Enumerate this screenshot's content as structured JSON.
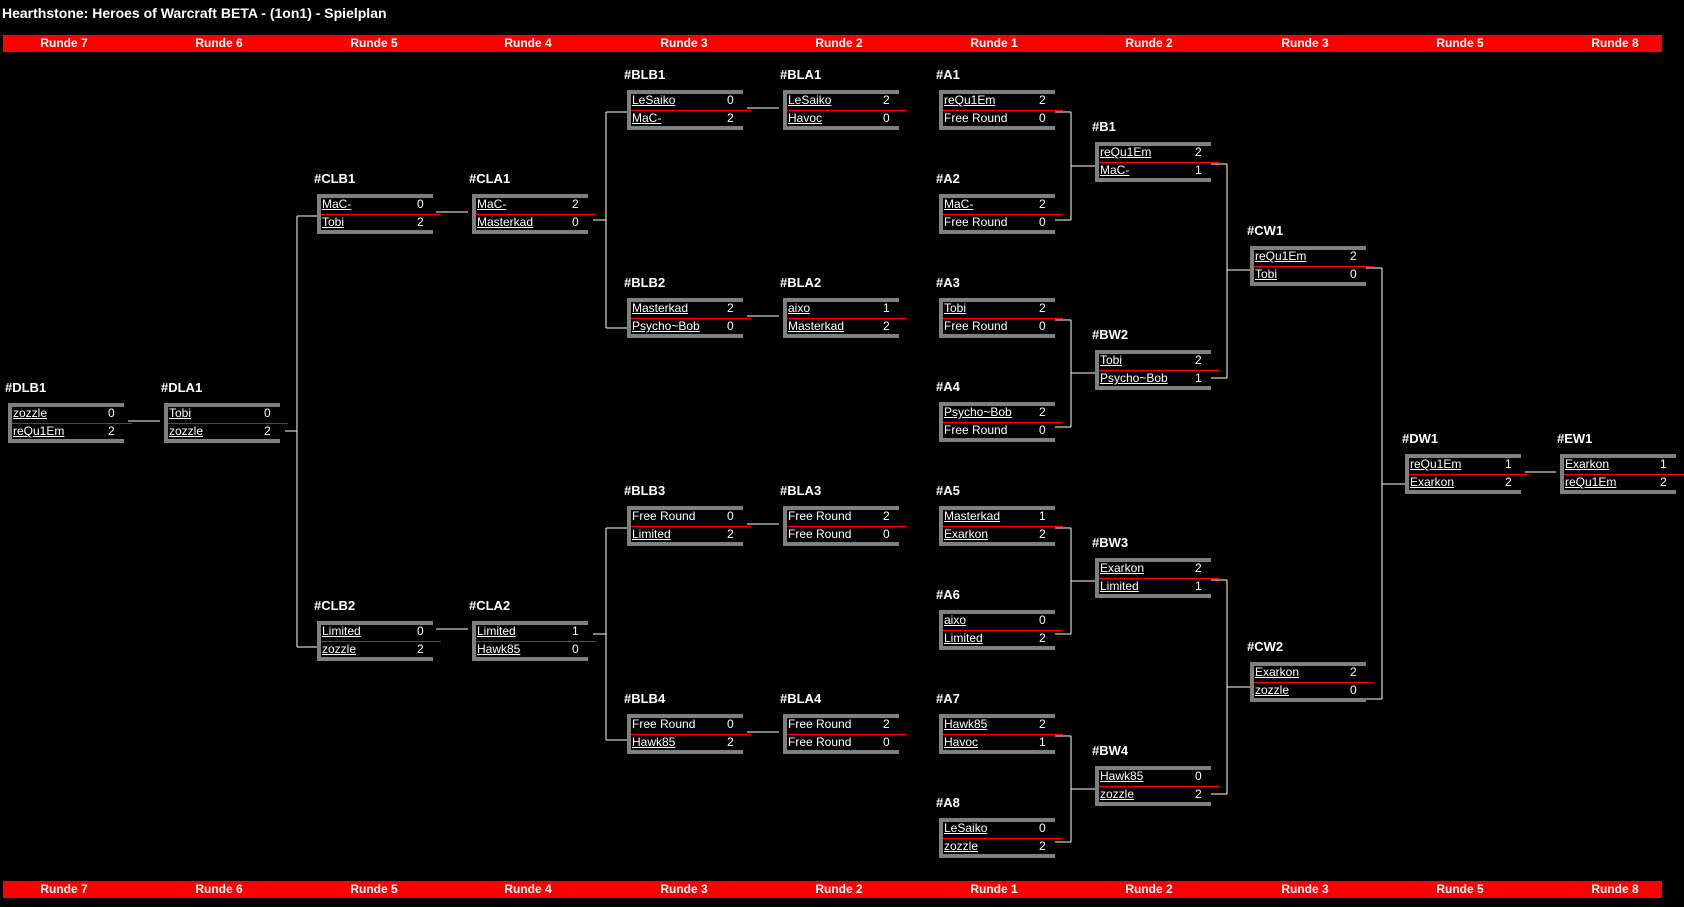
{
  "title": "Hearthstone: Heroes of Warcraft BETA - (1on1) - Spielplan",
  "rounds": [
    "Runde 7",
    "Runde 6",
    "Runde 5",
    "Runde 4",
    "Runde 3",
    "Runde 2",
    "Runde 1",
    "Runde 2",
    "Runde 3",
    "Runde 5",
    "Runde 8"
  ],
  "colors": {
    "bar": "#ff0000",
    "background": "#000000",
    "box_border": "#7f7f7f",
    "lines": "#ffffff"
  },
  "matches": [
    {
      "id": "#DLB1",
      "p1": "zozzle",
      "s1": "0",
      "p2": "reQu1Em",
      "s2": "2"
    },
    {
      "id": "#DLA1",
      "p1": "Tobi",
      "s1": "0",
      "p2": "zozzle",
      "s2": "2"
    },
    {
      "id": "#CLB1",
      "p1": "MaC-",
      "s1": "0",
      "p2": "Tobi",
      "s2": "2"
    },
    {
      "id": "#CLA1",
      "p1": "MaC-",
      "s1": "2",
      "p2": "Masterkad",
      "s2": "0"
    },
    {
      "id": "#CLB2",
      "p1": "Limited",
      "s1": "0",
      "p2": "zozzle",
      "s2": "2"
    },
    {
      "id": "#CLA2",
      "p1": "Limited",
      "s1": "1",
      "p2": "Hawk85",
      "s2": "0"
    },
    {
      "id": "#BLB1",
      "p1": "LeSaiko",
      "s1": "0",
      "p2": "MaC-",
      "s2": "2"
    },
    {
      "id": "#BLA1",
      "p1": "LeSaiko",
      "s1": "2",
      "p2": "Havoc",
      "s2": "0"
    },
    {
      "id": "#BLB2",
      "p1": "Masterkad",
      "s1": "2",
      "p2": "Psycho~Bob",
      "s2": "0"
    },
    {
      "id": "#BLA2",
      "p1": "aixo",
      "s1": "1",
      "p2": "Masterkad",
      "s2": "2"
    },
    {
      "id": "#BLB3",
      "p1": "Free Round",
      "s1": "0",
      "p2": "Limited",
      "s2": "2"
    },
    {
      "id": "#BLA3",
      "p1": "Free Round",
      "s1": "2",
      "p2": "Free Round",
      "s2": "0"
    },
    {
      "id": "#BLB4",
      "p1": "Free Round",
      "s1": "0",
      "p2": "Hawk85",
      "s2": "2"
    },
    {
      "id": "#BLA4",
      "p1": "Free Round",
      "s1": "2",
      "p2": "Free Round",
      "s2": "0"
    },
    {
      "id": "#A1",
      "p1": "reQu1Em",
      "s1": "2",
      "p2": "Free Round",
      "s2": "0"
    },
    {
      "id": "#A2",
      "p1": "MaC-",
      "s1": "2",
      "p2": "Free Round",
      "s2": "0"
    },
    {
      "id": "#A3",
      "p1": "Tobi",
      "s1": "2",
      "p2": "Free Round",
      "s2": "0"
    },
    {
      "id": "#A4",
      "p1": "Psycho~Bob",
      "s1": "2",
      "p2": "Free Round",
      "s2": "0"
    },
    {
      "id": "#A5",
      "p1": "Masterkad",
      "s1": "1",
      "p2": "Exarkon",
      "s2": "2"
    },
    {
      "id": "#A6",
      "p1": "aixo",
      "s1": "0",
      "p2": "Limited",
      "s2": "2"
    },
    {
      "id": "#A7",
      "p1": "Hawk85",
      "s1": "2",
      "p2": "Havoc",
      "s2": "1"
    },
    {
      "id": "#A8",
      "p1": "LeSaiko",
      "s1": "0",
      "p2": "zozzle",
      "s2": "2"
    },
    {
      "id": "#B1",
      "p1": "reQu1Em",
      "s1": "2",
      "p2": "MaC-",
      "s2": "1"
    },
    {
      "id": "#BW2",
      "p1": "Tobi",
      "s1": "2",
      "p2": "Psycho~Bob",
      "s2": "1"
    },
    {
      "id": "#BW3",
      "p1": "Exarkon",
      "s1": "2",
      "p2": "Limited",
      "s2": "1"
    },
    {
      "id": "#BW4",
      "p1": "Hawk85",
      "s1": "0",
      "p2": "zozzle",
      "s2": "2"
    },
    {
      "id": "#CW1",
      "p1": "reQu1Em",
      "s1": "2",
      "p2": "Tobi",
      "s2": "0"
    },
    {
      "id": "#CW2",
      "p1": "Exarkon",
      "s1": "2",
      "p2": "zozzle",
      "s2": "0"
    },
    {
      "id": "#DW1",
      "p1": "reQu1Em",
      "s1": "1",
      "p2": "Exarkon",
      "s2": "2"
    },
    {
      "id": "#EW1",
      "p1": "Exarkon",
      "s1": "1",
      "p2": "reQu1Em",
      "s2": "2"
    }
  ]
}
